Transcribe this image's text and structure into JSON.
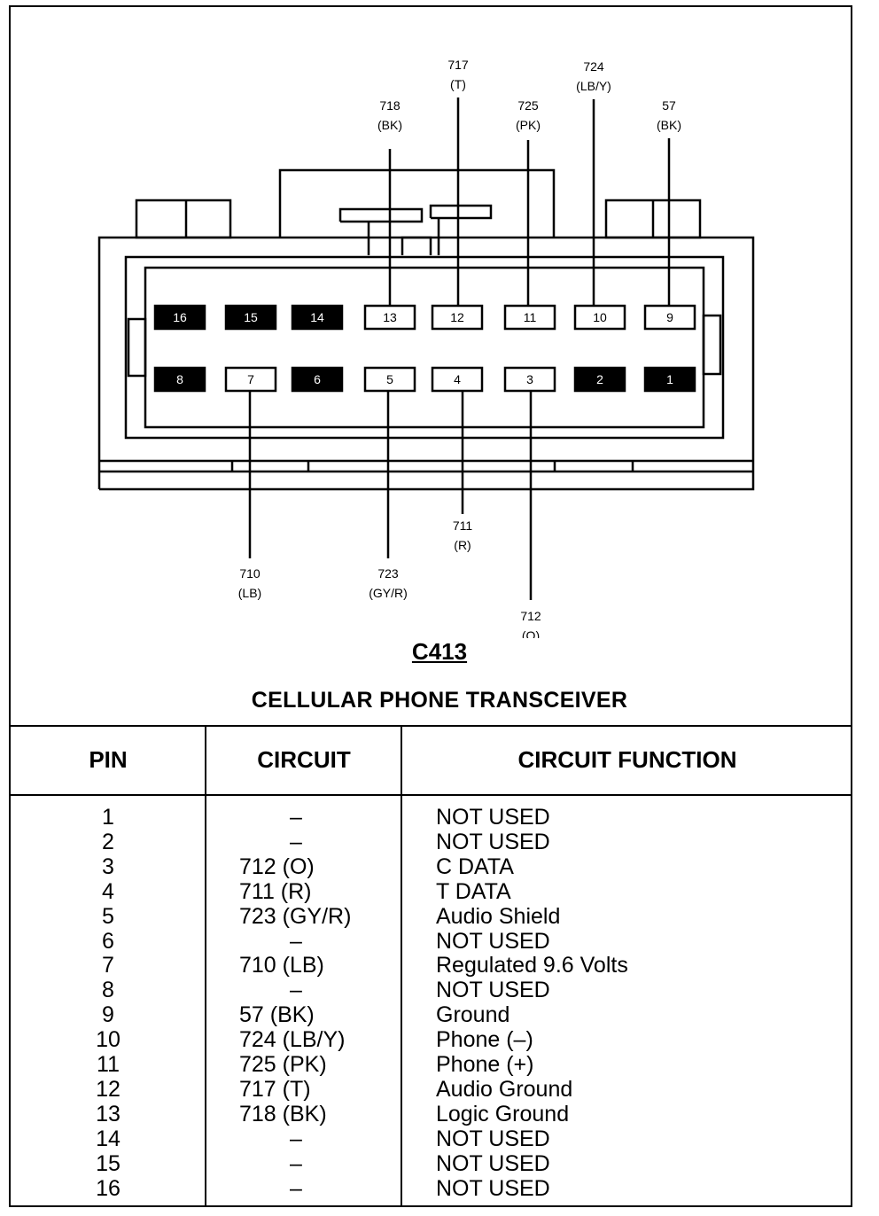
{
  "connector": {
    "id": "C413",
    "name": "CELLULAR PHONE TRANSCEIVER",
    "top_row_pins": [
      {
        "pin": "16",
        "filled": true
      },
      {
        "pin": "15",
        "filled": true
      },
      {
        "pin": "14",
        "filled": true
      },
      {
        "pin": "13",
        "filled": false
      },
      {
        "pin": "12",
        "filled": false
      },
      {
        "pin": "11",
        "filled": false
      },
      {
        "pin": "10",
        "filled": false
      },
      {
        "pin": "9",
        "filled": false
      }
    ],
    "bottom_row_pins": [
      {
        "pin": "8",
        "filled": true
      },
      {
        "pin": "7",
        "filled": false
      },
      {
        "pin": "6",
        "filled": true
      },
      {
        "pin": "5",
        "filled": false
      },
      {
        "pin": "4",
        "filled": false
      },
      {
        "pin": "3",
        "filled": false
      },
      {
        "pin": "2",
        "filled": true
      },
      {
        "pin": "1",
        "filled": true
      }
    ],
    "top_wires": [
      {
        "pin": "13",
        "circuit": "718",
        "color": "(BK)"
      },
      {
        "pin": "12",
        "circuit": "717",
        "color": "(T)"
      },
      {
        "pin": "11",
        "circuit": "725",
        "color": "(PK)"
      },
      {
        "pin": "10",
        "circuit": "724",
        "color": "(LB/Y)"
      },
      {
        "pin": "9",
        "circuit": "57",
        "color": "(BK)"
      }
    ],
    "bottom_wires": [
      {
        "pin": "7",
        "circuit": "710",
        "color": "(LB)"
      },
      {
        "pin": "5",
        "circuit": "723",
        "color": "(GY/R)"
      },
      {
        "pin": "4",
        "circuit": "711",
        "color": "(R)"
      },
      {
        "pin": "3",
        "circuit": "712",
        "color": "(O)"
      }
    ]
  },
  "table": {
    "headers": {
      "pin": "PIN",
      "circuit": "CIRCUIT",
      "function": "CIRCUIT FUNCTION"
    },
    "rows": [
      {
        "pin": "1",
        "circuit": "–",
        "function": "NOT USED"
      },
      {
        "pin": "2",
        "circuit": "–",
        "function": "NOT USED"
      },
      {
        "pin": "3",
        "circuit": "712 (O)",
        "function": "C DATA"
      },
      {
        "pin": "4",
        "circuit": "711 (R)",
        "function": "T DATA"
      },
      {
        "pin": "5",
        "circuit": "723 (GY/R)",
        "function": "Audio Shield"
      },
      {
        "pin": "6",
        "circuit": "–",
        "function": "NOT USED"
      },
      {
        "pin": "7",
        "circuit": "710 (LB)",
        "function": "Regulated 9.6 Volts"
      },
      {
        "pin": "8",
        "circuit": "–",
        "function": "NOT USED"
      },
      {
        "pin": "9",
        "circuit": "57 (BK)",
        "function": "Ground"
      },
      {
        "pin": "10",
        "circuit": "724 (LB/Y)",
        "function": "Phone (–)"
      },
      {
        "pin": "11",
        "circuit": "725 (PK)",
        "function": "Phone (+)"
      },
      {
        "pin": "12",
        "circuit": "717 (T)",
        "function": "Audio Ground"
      },
      {
        "pin": "13",
        "circuit": "718 (BK)",
        "function": "Logic Ground"
      },
      {
        "pin": "14",
        "circuit": "–",
        "function": "NOT USED"
      },
      {
        "pin": "15",
        "circuit": "–",
        "function": "NOT USED"
      },
      {
        "pin": "16",
        "circuit": "–",
        "function": "NOT USED"
      }
    ]
  }
}
